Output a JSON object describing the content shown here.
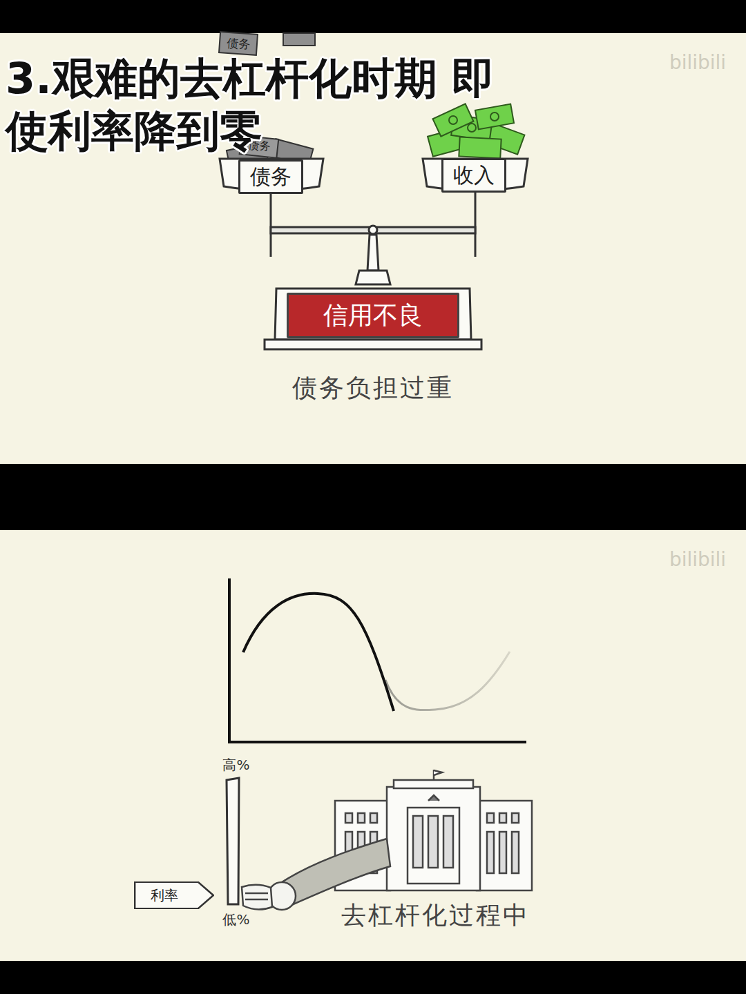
{
  "diagram": {
    "title": "3.艰难的去杠杆化时期 即使利率降到零",
    "nodes": [
      {
        "text": [
          "债务"
        ]
      },
      {
        "text": [
          "收入"
        ]
      },
      {
        "text": [
          "信用不良"
        ]
      },
      {
        "text": [
          "利率"
        ]
      }
    ],
    "labels": [
      "债务",
      "债务",
      "债务负担过重",
      "bilibili",
      "bilibili",
      "高%",
      "低%",
      "去杠杆化过程中"
    ]
  }
}
